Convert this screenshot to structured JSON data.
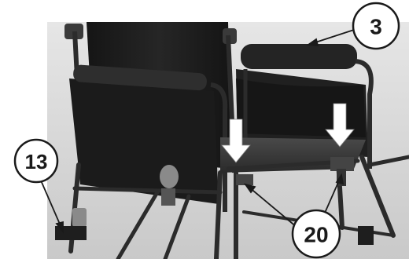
{
  "figure": {
    "subject": "wheelchair-seat-installation",
    "colors": {
      "background": "#ffffff",
      "backdrop": "#d9d9d9",
      "frame": "#2b2b2b",
      "fabric": "#1c1c1c",
      "seat": "#3a3a3a",
      "arrow": "#ffffff",
      "callout_fill": "#ffffff",
      "callout_stroke": "#1a1a1a"
    },
    "callouts": [
      {
        "id": "armrest",
        "label": "3"
      },
      {
        "id": "footrest",
        "label": "13"
      },
      {
        "id": "seat-latches",
        "label": "20"
      }
    ],
    "down_arrows": 2
  }
}
